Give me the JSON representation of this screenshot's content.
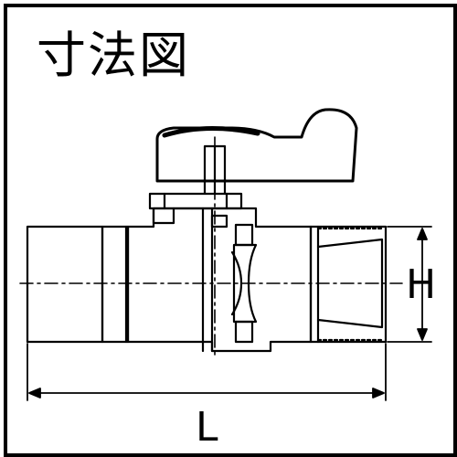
{
  "title": "寸法図",
  "dimensions": {
    "height_label": "H",
    "length_label": "L"
  }
}
